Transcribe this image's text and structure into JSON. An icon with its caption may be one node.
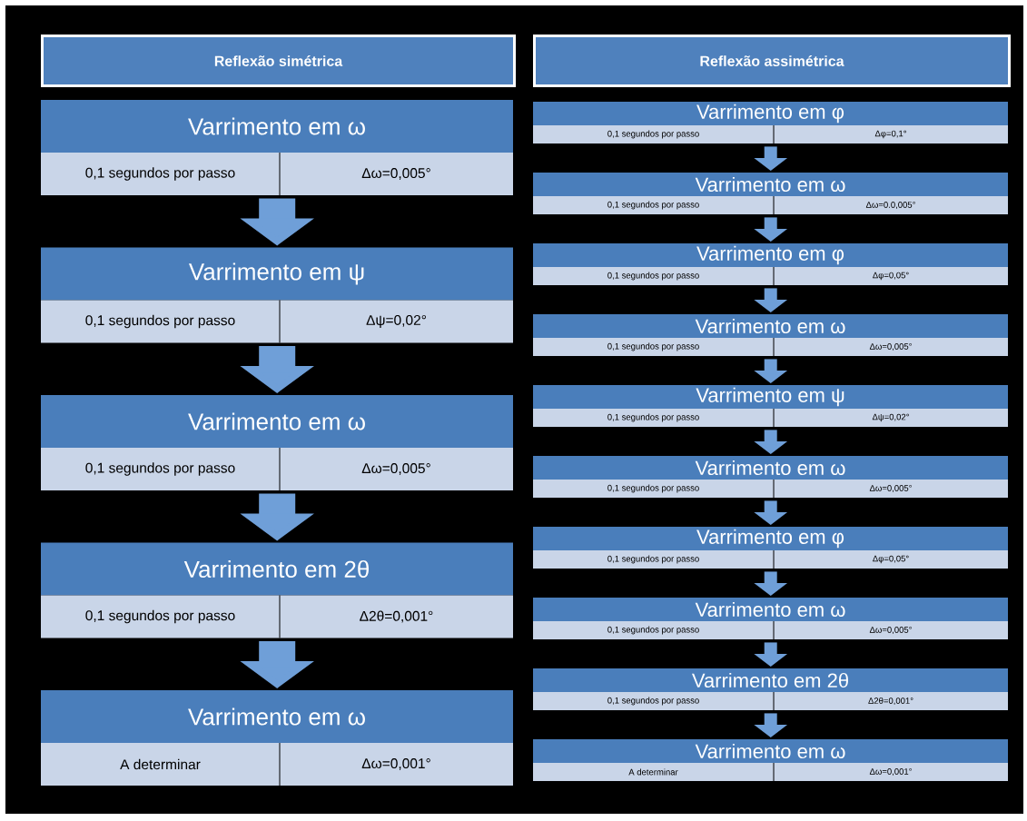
{
  "diagram": {
    "nodes": [
      {
        "text": [
          "Reflexão simétrica"
        ]
      },
      {
        "text": [
          "Reflexão assimétrica"
        ]
      },
      {
        "text": [
          "Varrimento em ω",
          "0,1 segundos por passo",
          "Δω=0,005°"
        ]
      },
      {
        "text": [
          "Varrimento em ψ",
          "0,1 segundos por passo",
          "Δψ=0,02°"
        ]
      },
      {
        "text": [
          "Varrimento em ω",
          "0,1 segundos por passo",
          "Δω=0,005°"
        ]
      },
      {
        "text": [
          "Varrimento em 2θ",
          "0,1 segundos por passo",
          "Δ2θ=0,001°"
        ]
      },
      {
        "text": [
          "Varrimento em ω",
          "A determinar",
          "Δω=0,001°"
        ]
      },
      {
        "text": [
          "Varrimento em φ",
          "0,1 segundos por passo",
          "Δφ=0,1°"
        ]
      },
      {
        "text": [
          "Varrimento em ω",
          "0,1 segundos por passo",
          "Δω=0.0,005°"
        ]
      },
      {
        "text": [
          "Varrimento em φ",
          "0,1 segundos por passo",
          "Δφ=0,05°"
        ]
      },
      {
        "text": [
          "Varrimento em ω",
          "0,1 segundos por passo",
          "Δω=0,005°"
        ]
      },
      {
        "text": [
          "Varrimento em ψ",
          "0,1 segundos por passo",
          "Δψ=0,02°"
        ]
      },
      {
        "text": [
          "Varrimento em ω",
          "0,1 segundos por passo",
          "Δω=0,005°"
        ]
      },
      {
        "text": [
          "Varrimento em φ",
          "0,1 segundos por passo",
          "Δφ=0,05°"
        ]
      },
      {
        "text": [
          "Varrimento em ω",
          "0,1 segundos por passo",
          "Δω=0,005°"
        ]
      },
      {
        "text": [
          "Varrimento em 2θ",
          "0,1 segundos por passo",
          "Δ2θ=0,001°"
        ]
      },
      {
        "text": [
          "Varrimento em ω",
          "A determinar",
          "Δω=0,001°"
        ]
      }
    ],
    "edges": [
      {
        "from": 2,
        "to": 3,
        "arrow": "to",
        "style": "thick"
      },
      {
        "from": 3,
        "to": 4,
        "arrow": "to",
        "style": "thick"
      },
      {
        "from": 4,
        "to": 5,
        "arrow": "to",
        "style": "thick"
      },
      {
        "from": 5,
        "to": 6,
        "arrow": "to",
        "style": "thick"
      },
      {
        "from": 7,
        "to": 8,
        "arrow": "to"
      },
      {
        "from": 8,
        "to": 9,
        "arrow": "to"
      },
      {
        "from": 9,
        "to": 10,
        "arrow": "to"
      },
      {
        "from": 10,
        "to": 11,
        "arrow": "to"
      },
      {
        "from": 11,
        "to": 12,
        "arrow": "to"
      },
      {
        "from": 12,
        "to": 13,
        "arrow": "to"
      },
      {
        "from": 13,
        "to": 14,
        "arrow": "to"
      },
      {
        "from": 14,
        "to": 15,
        "arrow": "to"
      },
      {
        "from": 15,
        "to": 16,
        "arrow": "to"
      }
    ]
  }
}
